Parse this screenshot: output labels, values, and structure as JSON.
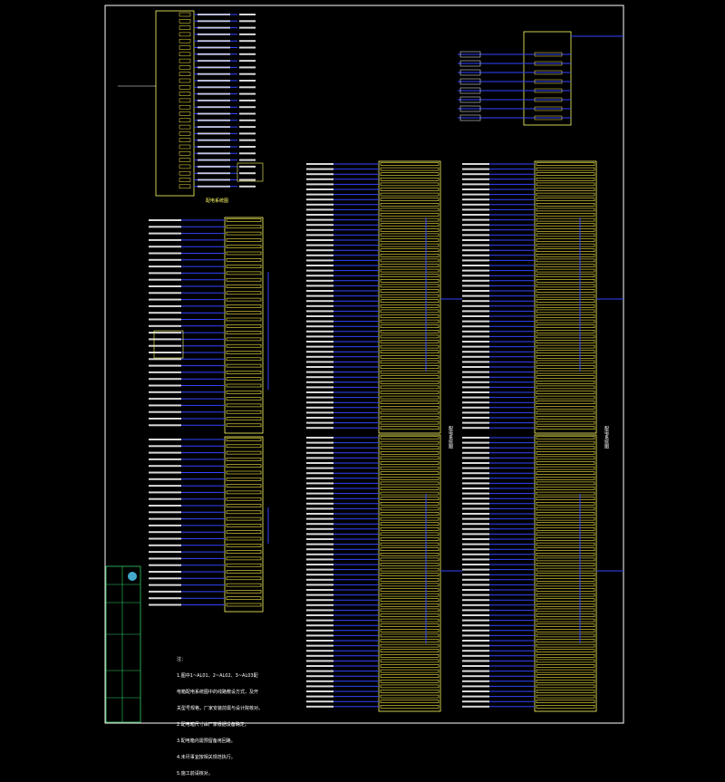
{
  "drawing": {
    "colors": {
      "background": "#000000",
      "frame": "#ffffff",
      "bus": "#ffff66",
      "circuit": "#3344ff",
      "label": "#ffffff",
      "breaker": "#ffee44",
      "titleblock": "#33cc66"
    },
    "notes": {
      "heading": "注：",
      "lines": [
        "1.图中1~AL01、2~AL02、3~AL03配",
        "电箱配电系统图中的线路敷设方式，及开",
        "关型号规格，厂家安装前需与设计院核对。",
        "2.配电箱尺寸由厂家根据设备确定。",
        "3.配电箱内需预留备用回路。",
        "4.未尽事宜按相关规范执行。",
        "5.施工前请核对。"
      ]
    },
    "titles": {
      "main_panel": "配电系统图",
      "right_panel_a": "配电系统图",
      "right_panel_b": "配电系统图"
    }
  }
}
